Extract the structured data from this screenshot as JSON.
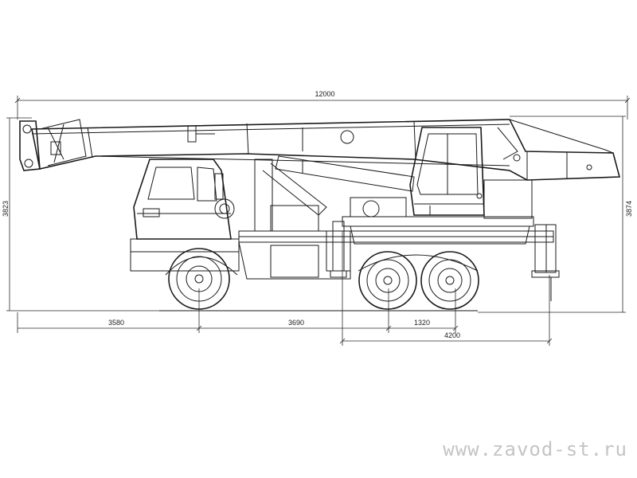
{
  "dimensions": {
    "overall_length": "12000",
    "height_left": "3823",
    "height_right": "3874",
    "front_overhang": "3580",
    "wheelbase": "3690",
    "bogie_spacing": "1320",
    "outrigger_base": "4200"
  },
  "watermark": "www.zavod-st.ru",
  "colors": {
    "line": "#1a1a1a",
    "watermark": "#c4c4c4"
  }
}
